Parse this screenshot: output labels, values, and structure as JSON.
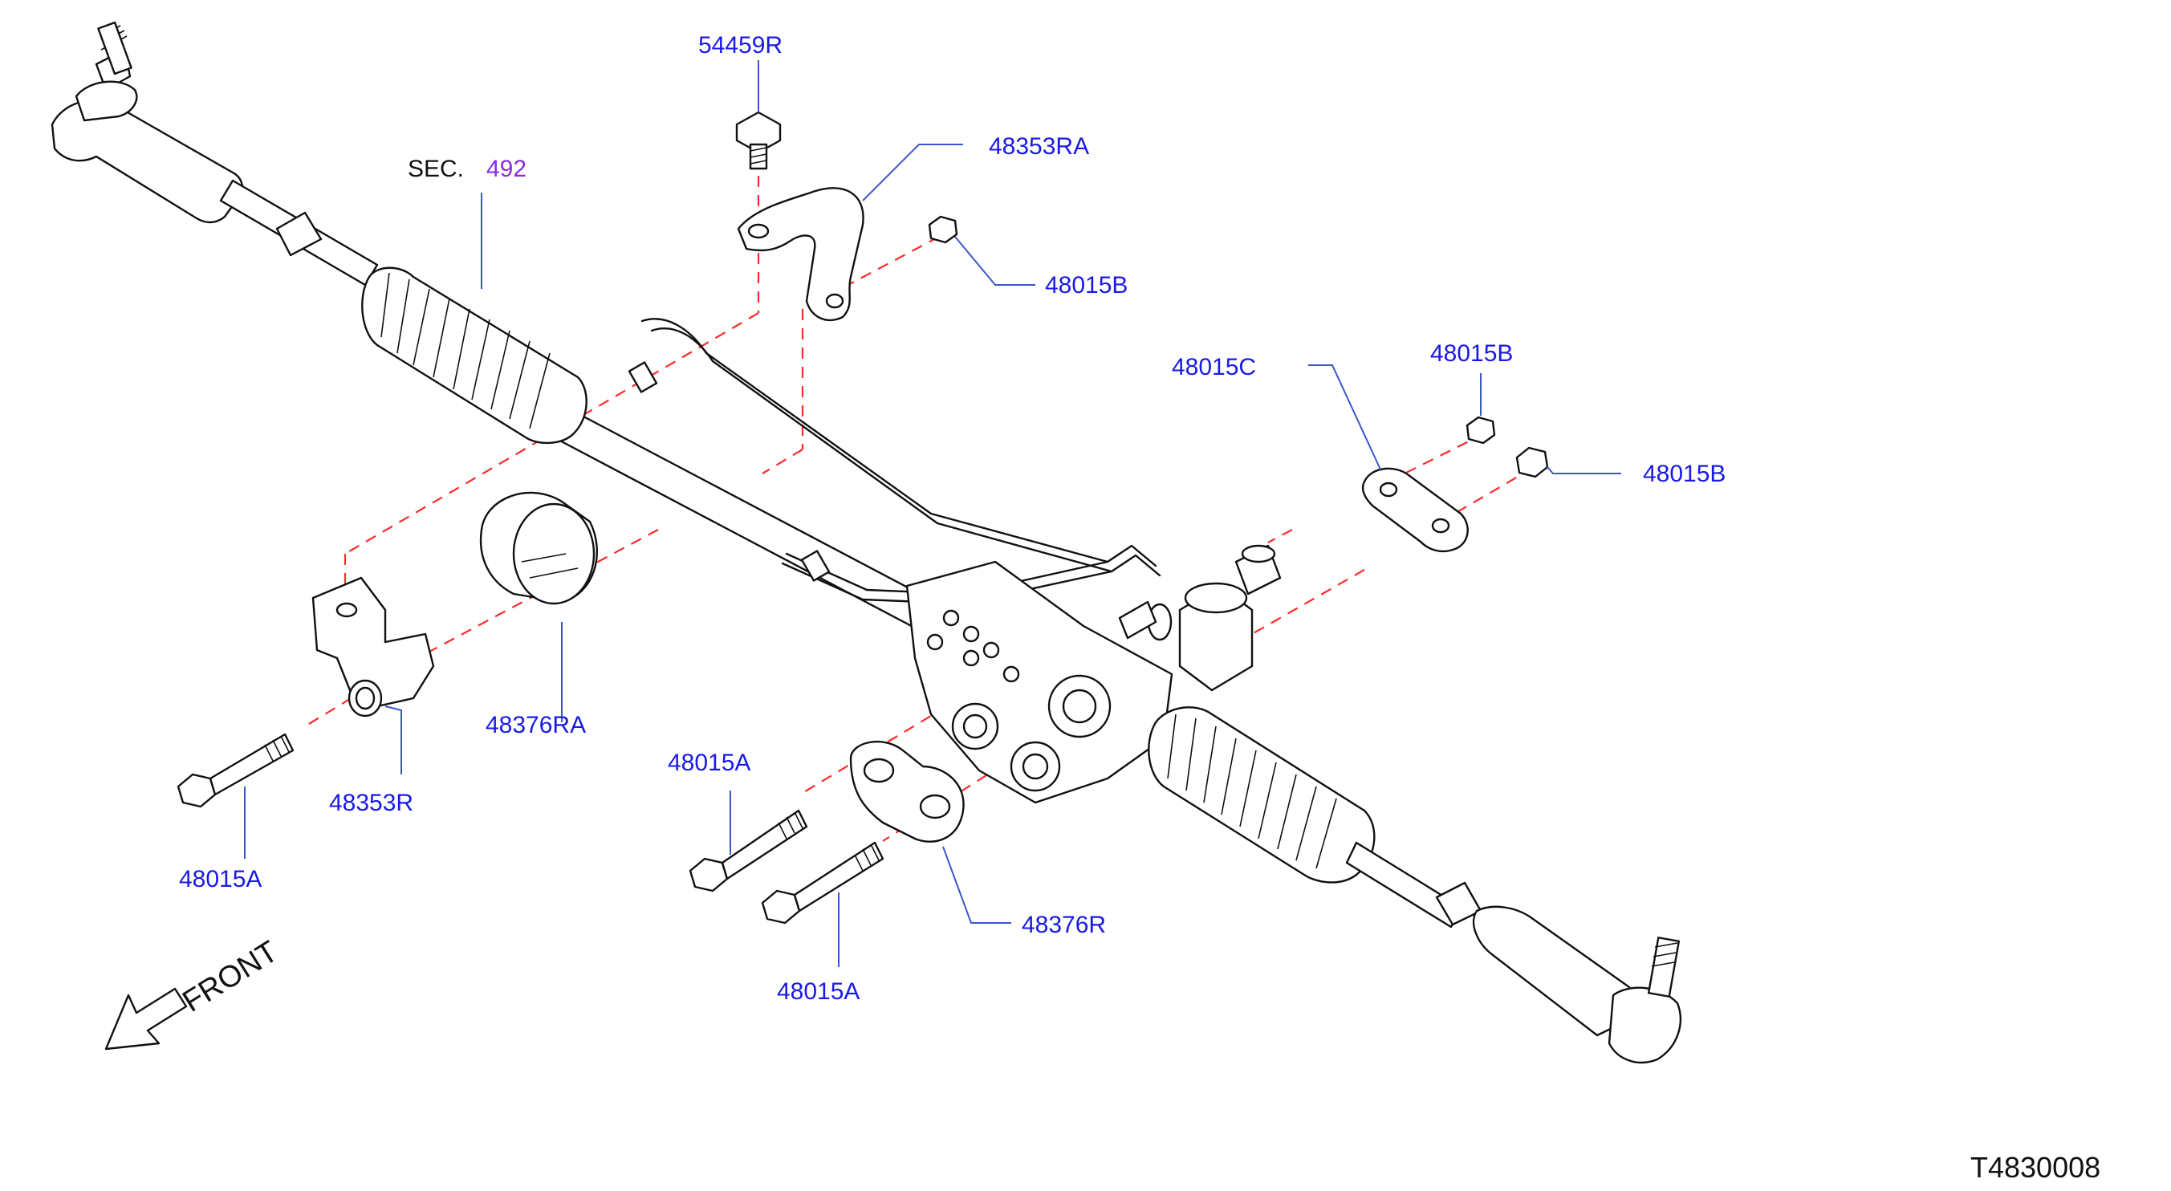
{
  "section": {
    "prefix": "SEC.",
    "number": "492"
  },
  "front_label": "FRONT",
  "diagram_code": "T4830008",
  "colors": {
    "label": "#1a1ae6",
    "section_number": "#8a2be2",
    "dashed_axis": "#ff2a2a",
    "leader": "#3a56c8"
  },
  "parts": [
    {
      "id": "54459R",
      "label": "54459R"
    },
    {
      "id": "48353RA",
      "label": "48353RA"
    },
    {
      "id": "48015B_upper",
      "label": "48015B"
    },
    {
      "id": "48015C",
      "label": "48015C"
    },
    {
      "id": "48015B_mid",
      "label": "48015B"
    },
    {
      "id": "48015B_right",
      "label": "48015B"
    },
    {
      "id": "48376RA",
      "label": "48376RA"
    },
    {
      "id": "48353R",
      "label": "48353R"
    },
    {
      "id": "48015A_left",
      "label": "48015A"
    },
    {
      "id": "48015A_center",
      "label": "48015A"
    },
    {
      "id": "48376R",
      "label": "48376R"
    },
    {
      "id": "48015A_lower",
      "label": "48015A"
    }
  ]
}
